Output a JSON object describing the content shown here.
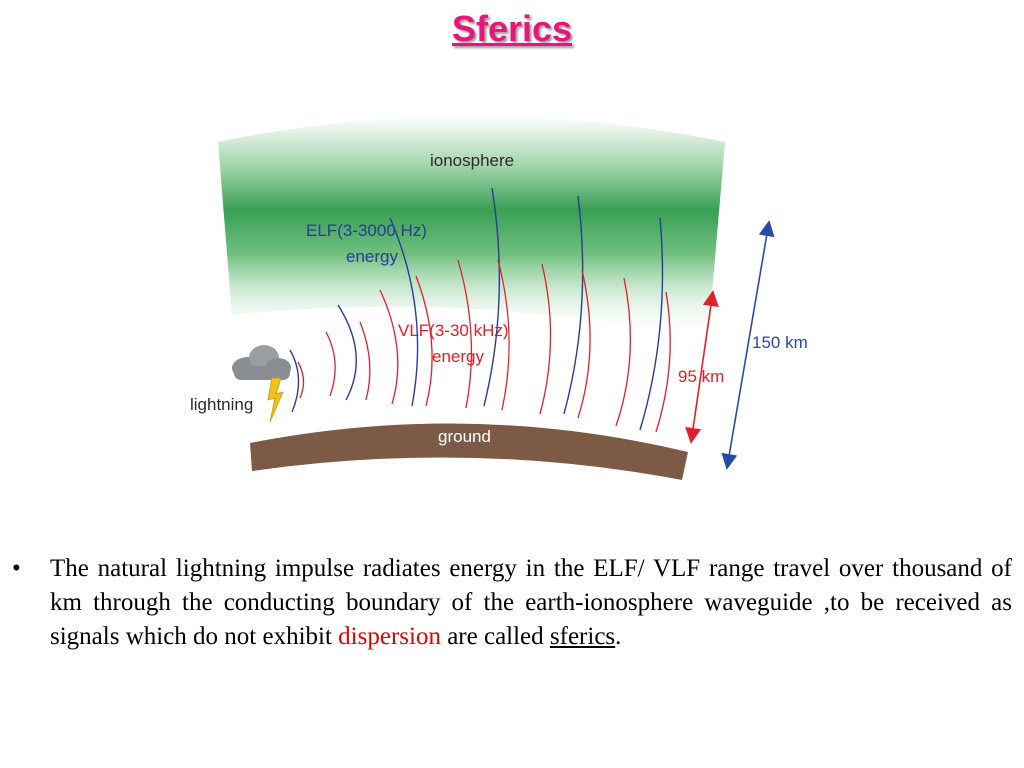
{
  "title": "Sferics",
  "diagram": {
    "ionosphere_label": "ionosphere",
    "elf_label_line1": "ELF(3-3000 Hz)",
    "elf_label_line2": "energy",
    "vlf_label_line1": "VLF(3-30 kHz)",
    "vlf_label_line2": "energy",
    "lightning_label": "lightning",
    "ground_label": "ground",
    "height_95": "95 km",
    "height_150": "150 km",
    "colors": {
      "elf": "#2a3a9c",
      "vlf": "#e0202a",
      "ionosphere": "#2e9a4a",
      "ground": "#7d5a46",
      "arrow_150": "#2a4aa8",
      "arrow_95": "#e0202a"
    }
  },
  "bullet": {
    "marker": "•",
    "text_before": "The natural lightning impulse radiates energy in the ELF/ VLF range travel over thousand of km through the conducting boundary of the earth-ionosphere waveguide ,to be received as signals which do not exhibit ",
    "highlight": "dispersion",
    "text_middle": " are called ",
    "link": "sferics",
    "text_after": "."
  }
}
